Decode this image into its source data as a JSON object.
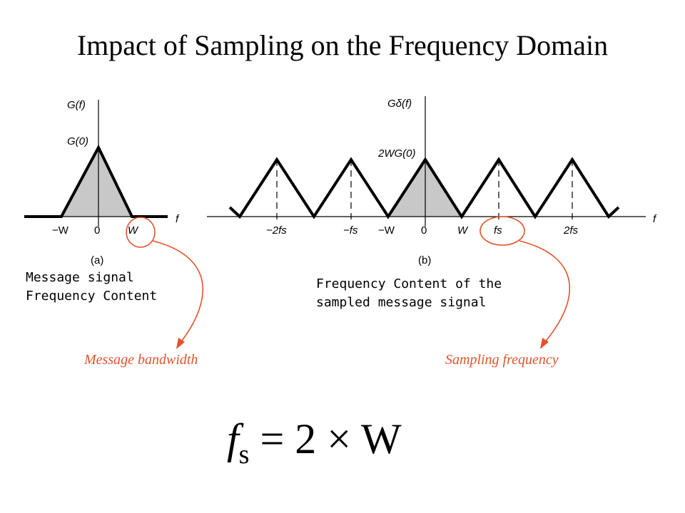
{
  "title": "Impact of Sampling on the Frequency Domain",
  "colors": {
    "accent": "#e2532c",
    "fill": "#c8c8c8",
    "line": "#000000"
  },
  "plot_a": {
    "y_label": "G(f)",
    "peak_label": "G(0)",
    "x_label": "f",
    "ticks": [
      "−W",
      "0",
      "W"
    ],
    "panel_label": "(a)"
  },
  "plot_b": {
    "y_label": "Gδ(f)",
    "peak_label": "2WG(0)",
    "x_label": "f",
    "ticks": [
      "−2fs",
      "−fs",
      "−W",
      "0",
      "W",
      "fs",
      "2fs"
    ],
    "panel_label": "(b)"
  },
  "caption_a": "Message signal\nFrequency Content",
  "caption_b": "Frequency Content of the\nsampled message signal",
  "callout_a": "Message bandwidth",
  "callout_b": "Sampling frequency",
  "formula": {
    "lhs": "f",
    "sub": "s",
    "rhs": " = 2 × W"
  }
}
